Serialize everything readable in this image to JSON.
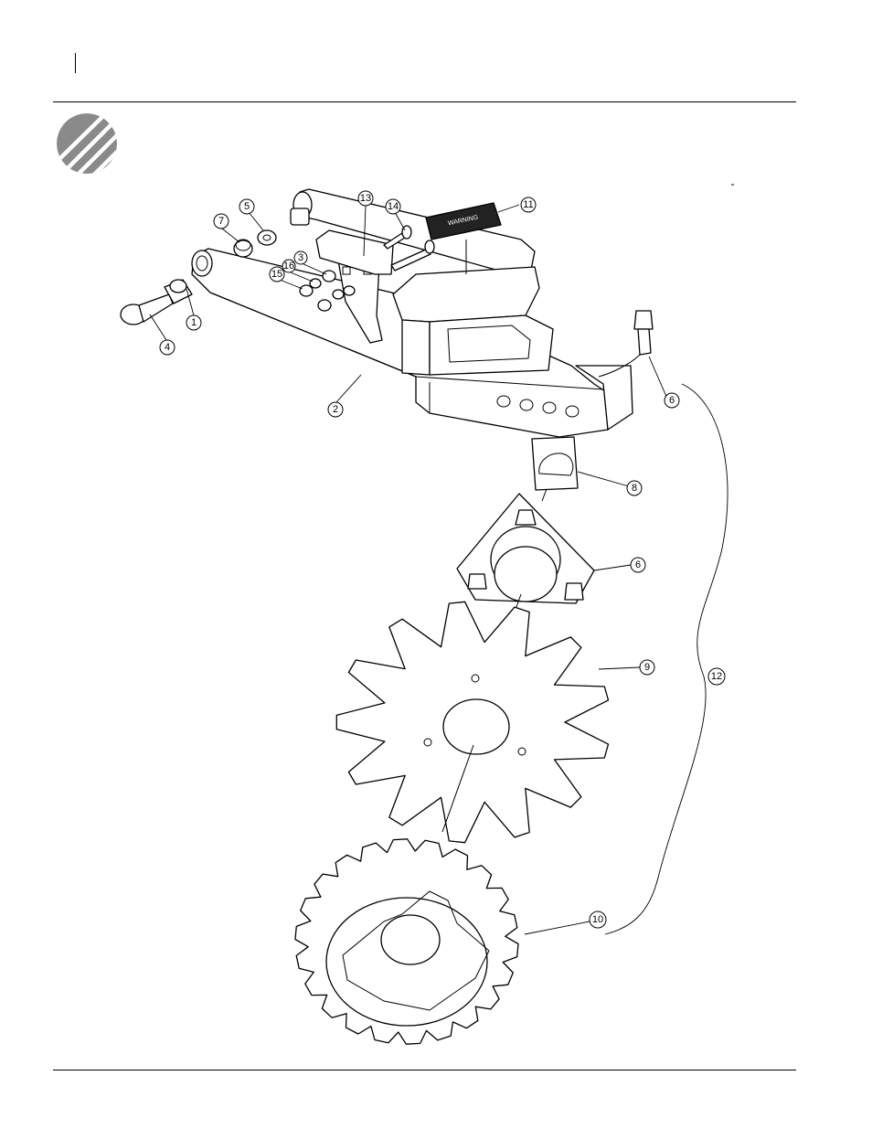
{
  "page": {
    "title": "",
    "logo_icon": "brand-stripe-logo-icon"
  },
  "decal": {
    "lines": [
      "WARNING"
    ]
  },
  "callouts": [
    {
      "id": "c1",
      "label": "1"
    },
    {
      "id": "c2",
      "label": "2"
    },
    {
      "id": "c3",
      "label": "3"
    },
    {
      "id": "c4",
      "label": "4"
    },
    {
      "id": "c5",
      "label": "5"
    },
    {
      "id": "c6a",
      "label": "6"
    },
    {
      "id": "c6b",
      "label": "6"
    },
    {
      "id": "c7",
      "label": "7"
    },
    {
      "id": "c8",
      "label": "8"
    },
    {
      "id": "c9",
      "label": "9"
    },
    {
      "id": "c10",
      "label": "10"
    },
    {
      "id": "c11",
      "label": "11"
    },
    {
      "id": "c12",
      "label": "12"
    },
    {
      "id": "c13",
      "label": "13"
    },
    {
      "id": "c14",
      "label": "14"
    },
    {
      "id": "c15",
      "label": "15"
    },
    {
      "id": "c16",
      "label": "16"
    }
  ],
  "colors": {
    "ink": "#000000",
    "paper": "#ffffff",
    "logo": "#8a8a8a"
  }
}
